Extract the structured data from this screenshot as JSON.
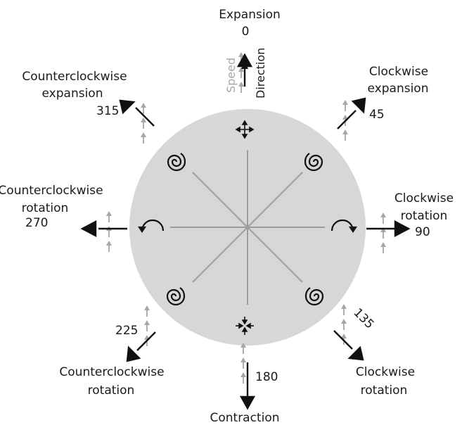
{
  "colors": {
    "disc": "#d7d7d7",
    "spokes": "#9c9c9c",
    "speed_arrows": "#a6a6a6",
    "direction_arrows": "#111111",
    "text": "#1a1a1a"
  },
  "directions": [
    {
      "id": "expansion",
      "label_lines": [
        "Expansion"
      ],
      "angle": "0"
    },
    {
      "id": "clockwise-expansion",
      "label_lines": [
        "Clockwise",
        "expansion"
      ],
      "angle": "45"
    },
    {
      "id": "clockwise-rotation-90",
      "label_lines": [
        "Clockwise",
        "rotation"
      ],
      "angle": "90"
    },
    {
      "id": "clockwise-rotation-135",
      "label_lines": [
        "Clockwise",
        "rotation"
      ],
      "angle": "135"
    },
    {
      "id": "contraction",
      "label_lines": [
        "Contraction"
      ],
      "angle": "180"
    },
    {
      "id": "counterclockwise-rotation-225",
      "label_lines": [
        "Counterclockwise",
        "rotation"
      ],
      "angle": "225"
    },
    {
      "id": "counterclockwise-rotation-270",
      "label_lines": [
        "Counterclockwise",
        "rotation"
      ],
      "angle": "270"
    },
    {
      "id": "counterclockwise-expansion",
      "label_lines": [
        "Counterclockwise",
        "expansion"
      ],
      "angle": "315"
    }
  ],
  "axis_labels": {
    "speed": "Speed",
    "direction": "Direction"
  },
  "icons": {
    "top": "expansion-cross-icon",
    "bottom": "contraction-cross-icon",
    "top-right": "clockwise-spiral-icon",
    "top-left": "counterclockwise-spiral-icon",
    "bottom-right": "clockwise-spiral-icon",
    "bottom-left": "counterclockwise-spiral-icon",
    "right": "clockwise-arc-icon",
    "left": "counterclockwise-arc-icon"
  }
}
